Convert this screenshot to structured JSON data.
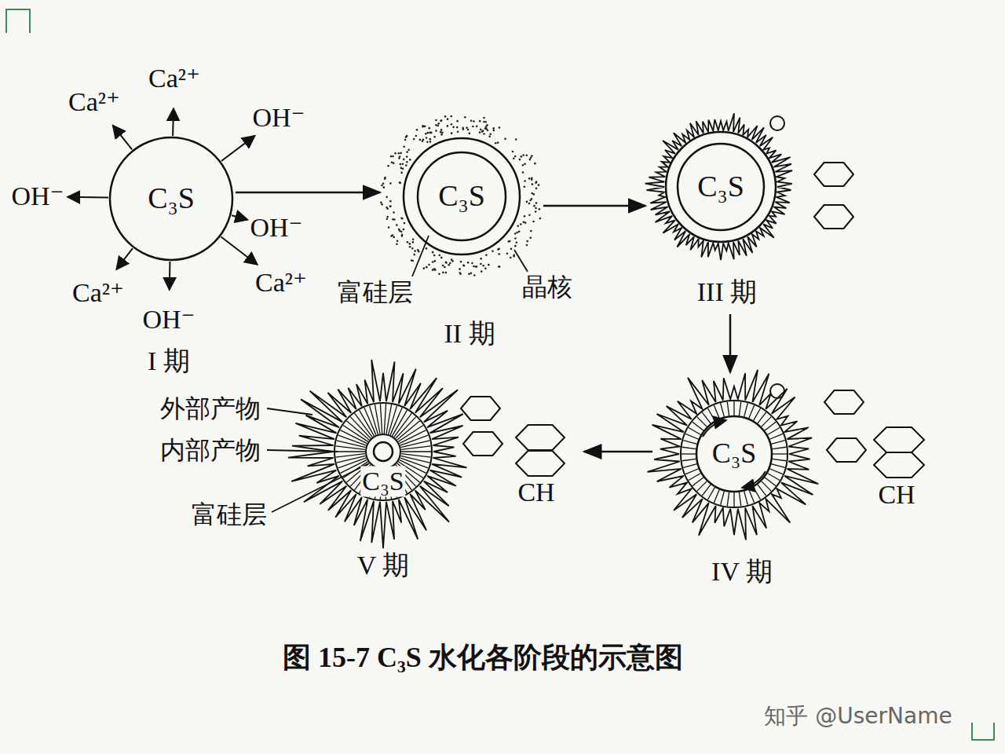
{
  "diagram": {
    "caption": "图 15-7 C₃S 水化各阶段的示意图",
    "nodes": [
      {
        "text": [
          "C₃S",
          "I 期"
        ]
      },
      {
        "text": [
          "C₃S",
          "II 期"
        ]
      },
      {
        "text": [
          "C₃S",
          "III 期"
        ]
      },
      {
        "text": [
          "C₃S",
          "IV 期"
        ]
      },
      {
        "text": [
          "C₃S",
          "V 期"
        ]
      }
    ],
    "edges": [
      {
        "from": 0,
        "to": 1,
        "arrow": "to"
      },
      {
        "from": 1,
        "to": 2,
        "arrow": "to"
      },
      {
        "from": 2,
        "to": 3,
        "arrow": "to"
      },
      {
        "from": 3,
        "to": 4,
        "arrow": "to"
      }
    ],
    "labels": [
      "Ca²⁺",
      "Ca²⁺",
      "OH⁻",
      "OH⁻",
      "OH⁻",
      "Ca²⁺",
      "OH⁻",
      "Ca²⁺",
      "富硅层",
      "晶核",
      "外部产物",
      "内部产物",
      "富硅层",
      "CH",
      "CH",
      "知乎 @UserName"
    ]
  }
}
